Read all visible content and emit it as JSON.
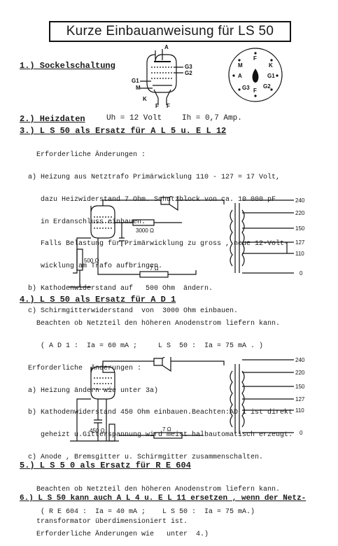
{
  "title": "Kurze Einbauanweisung für LS 50",
  "s1": {
    "heading": "1.) Sockelschaltung",
    "tube_labels": [
      "A",
      "G3",
      "G2",
      "G1",
      "M",
      "K",
      "F",
      "F"
    ],
    "socket_labels": [
      "F",
      "M",
      "K",
      "A",
      "G1",
      "G3",
      "F",
      "G2"
    ]
  },
  "s2": {
    "heading": "2.) Heizdaten",
    "uh": "Uh = 12 Volt",
    "ih": "Ih = 0,7 Amp."
  },
  "s3": {
    "heading": "3.) L S 50 als Ersatz für A L 5 u. E L 12",
    "lines": [
      "    Erforderliche Änderungen :",
      "  a) Heizung aus Netztrafo Primärwicklung 110 - 127 = 17 Volt,",
      "     dazu Heizwiderstand 7 Ohm. Schutzblock von ca. 10 000 pF",
      "     in Erdanschluss einbauen.",
      "     Falls Belastung für Primärwicklung zu gross , neue 12-Volt-",
      "     wicklung am Trafo aufbringen.",
      "  b) Kathodenwiderstand auf   500 Ohm  ändern.",
      "  c) Schirmgitterwiderstand  von  3000 Ohm einbauen."
    ],
    "resistors": [
      "3000 Ω",
      "7 Ω",
      "500 Ω"
    ]
  },
  "s4": {
    "heading": "4.) L S 50 als Ersatz für A D 1",
    "lines": [
      "    Beachten ob Netzteil den höheren Anodenstrom liefern kann.",
      "     ( A D 1 :  Ia = 60 mA ;     L S  50 :  Ia = 75 mA . )",
      "  Erforderliche  Änderungen :",
      "  a) Heizung ändern wie unter 3a)",
      "  b) Kathodenwiderstand 450 Ohm einbauen.Beachten:AD 1 ist direkt",
      "     geheizt u.Gitterspannung wird meist halbautomatisch erzeugt.",
      "  c) Anode , Bremsgitter u. Schirmgitter zusammenschalten."
    ],
    "resistors": [
      "450 Ω",
      "7 Ω"
    ]
  },
  "transformer_taps": [
    "240",
    "220",
    "150",
    "127",
    "110",
    "0"
  ],
  "s5": {
    "heading": "5.) L S 5 0  als Ersatz für  R E 604",
    "lines": [
      "    Beachten ob Netzteil den höheren Anodenstrom liefern kann.",
      "     ( R E 604 :  Ia = 40 mA ;    L S 50 :  Ia = 75 mA.)",
      "    Erforderliche Änderungen wie   unter  4.)"
    ]
  },
  "s6": {
    "heading": "6.) L S 50 kann auch  A L 4  u. E L 11  ersetzen  , wenn der Netz-",
    "lines": [
      "    transformator überdimensioniert ist."
    ]
  }
}
